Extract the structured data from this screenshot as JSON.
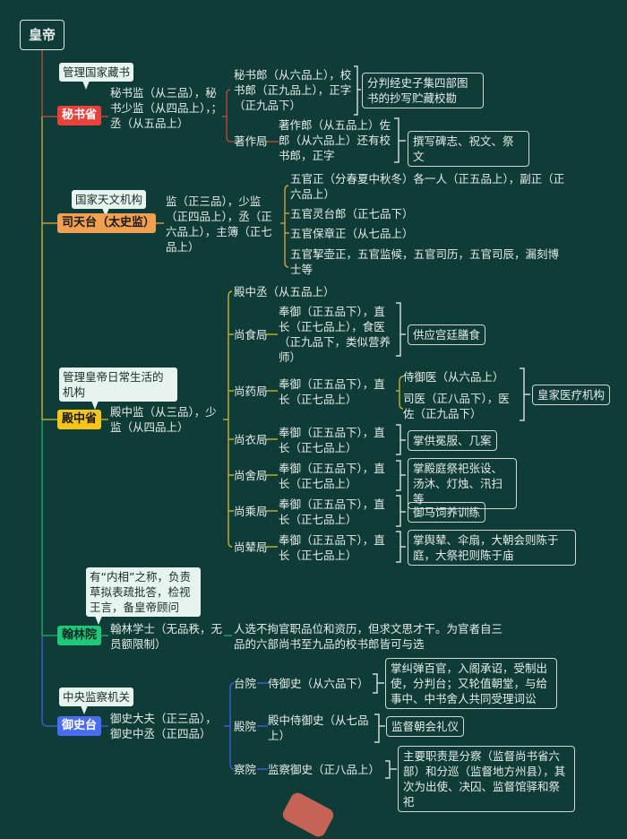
{
  "root": {
    "label": "皇帝"
  },
  "colors": {
    "background": "#0f3c37",
    "mishu": "#e8413c",
    "sitian": "#f0a050",
    "dianzhong": "#f5c518",
    "hanlin": "#1ec77a",
    "yushi": "#4a6cf5"
  },
  "mishu": {
    "label": "秘书省",
    "note": "管理国家藏书",
    "officials": "秘书监（从三品），秘书少监（从四品上），；丞（从五品上）",
    "branch1": {
      "officials": "秘书郎（从六品上），校书郎（正九品上），正字（正九品下）",
      "duty": "分判经史子集四部图书的抄写贮藏校勘"
    },
    "branch2": {
      "label": "著作局",
      "officials": "著作郎（从五品上）佐郎（从六品上）还有校书郎，正字",
      "duty": "撰写碑志、祝文、祭文"
    }
  },
  "sitian": {
    "label": "司天台（太史监）",
    "note": "国家天文机构",
    "officials": "监（正三品），少监（正四品上），丞（正六品上），主簿（正七品上）",
    "items": [
      "五官正（分春夏中秋冬）各一人（正五品上），副正（正六品上）",
      "五官灵台郎（正七品下）",
      "五官保章正（从七品上）",
      "五官挈壶正，五官监候，五官司历，五官司辰，漏刻博士等"
    ]
  },
  "dianzhong": {
    "label": "殿中省",
    "note": "管理皇帝日常生活的机构",
    "officials": "殿中监（从三品），少监（从四品上）",
    "cheng": "殿中丞（从五品上）",
    "bureaus": [
      {
        "label": "尚食局",
        "officials": "奉御（正五品下），直长（正七品上），食医（正九品下，类似营养师）",
        "duty": "供应宫廷膳食"
      },
      {
        "label": "尚药局",
        "officials": "奉御（正五品下），直长（正七品上）",
        "sub": [
          "侍御医（从六品上）",
          "司医（正八品下），医佐（正九品下）"
        ],
        "duty": "皇家医疗机构"
      },
      {
        "label": "尚衣局",
        "officials": "奉御（正五品下），直长（正七品上）",
        "duty": "掌供冕服、几案"
      },
      {
        "label": "尚舍局",
        "officials": "奉御（正五品下），直长（正七品上）",
        "duty": "掌殿庭祭祀张设、汤沐、灯烛、汛扫等"
      },
      {
        "label": "尚乘局",
        "officials": "奉御（正五品下），直长（正七品上）",
        "duty": "御马饲养训练"
      },
      {
        "label": "尚辇局",
        "officials": "奉御（正五品下），直长（正七品上）",
        "duty": "掌舆辇、伞扇，大朝会则陈于庭，大祭祀则陈于庙"
      }
    ]
  },
  "hanlin": {
    "label": "翰林院",
    "note": "有“内相”之称，负责草拟表疏批答，检视王言，备皇帝顾问",
    "officials": "翰林学士（无品秩，无员额限制）",
    "detail": "人选不拘官职品位和资历，但求文思才干。为官者自三品的六部尚书至九品的校书郎皆可与选"
  },
  "yushi": {
    "label": "御史台",
    "note": "中央监察机关",
    "officials": "御史大夫（正三品），御史中丞（正四品）",
    "courts": [
      {
        "label": "台院",
        "officials": "侍御史（从六品下）",
        "duty": "掌纠弹百官，入阁承诏，受制出使，分判台；又轮值朝堂，与给事中、中书舍人共同受理词讼"
      },
      {
        "label": "殿院",
        "officials": "殿中侍御史（从七品上）",
        "duty": "监督朝会礼仪"
      },
      {
        "label": "察院",
        "officials": "监察御史（正八品上）",
        "duty": "主要职责是分察（监督尚书省六部）和分巡（监督地方州县），其次为出使、决囚、监督馆驿和祭祀"
      }
    ]
  }
}
